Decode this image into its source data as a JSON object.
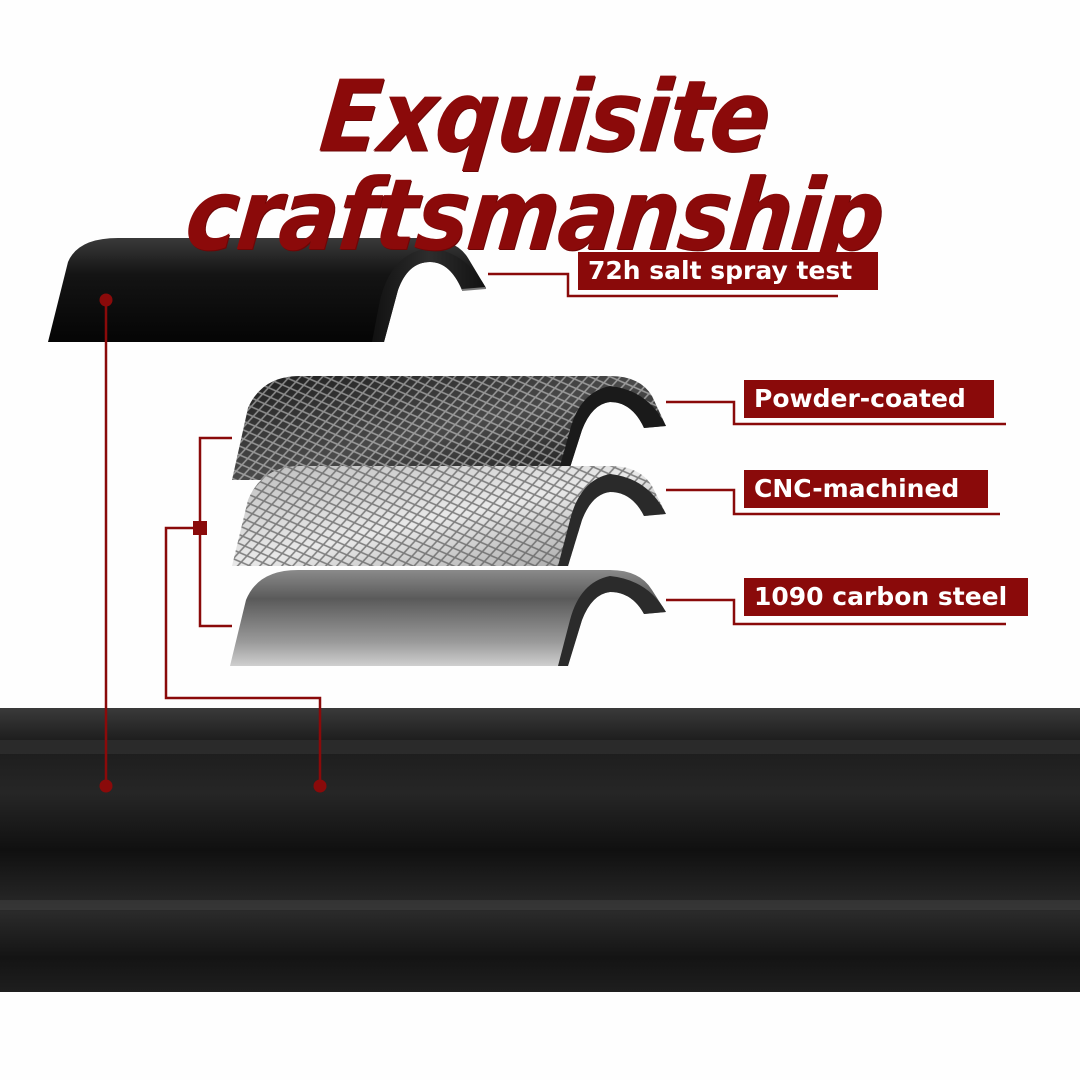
{
  "headline": "Exquisite craftsmanship",
  "colors": {
    "accent": "#8a0a0a",
    "background": "#ffffff",
    "tube": "#1a1a1a"
  },
  "callouts": [
    {
      "label": "72h salt spray test",
      "layer": "outer-coating"
    },
    {
      "label": "Powder-coated",
      "layer": "textured-black"
    },
    {
      "label": "CNC-machined",
      "layer": "textured-silver"
    },
    {
      "label": "1090 carbon steel",
      "layer": "steel-core"
    }
  ]
}
